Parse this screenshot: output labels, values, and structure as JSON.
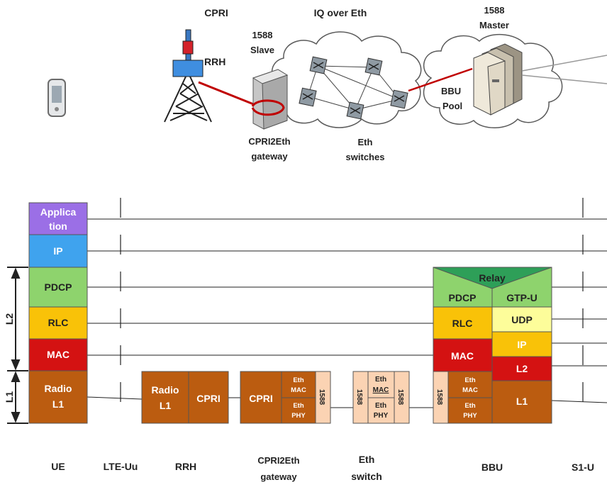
{
  "colors": {
    "application": "#9b6fe6",
    "ip_blue": "#3fa3ee",
    "pdcp_green": "#8ed36d",
    "rlc_yellow": "#f9c208",
    "mac_red": "#d41212",
    "l1_brown": "#bb5c10",
    "relay_green": "#2e9f58",
    "udp_yellow": "#fdfd9a",
    "peach_1588": "#fbd3b3",
    "link_red": "#c00000"
  },
  "top": {
    "cpri": "CPRI",
    "iq_over_eth": "IQ over Eth",
    "rrh": "RRH",
    "slave_1588": "1588",
    "slave_label": "Slave",
    "master_1588": "1588",
    "master_label": "Master",
    "bbu_pool_1": "BBU",
    "bbu_pool_2": "Pool",
    "gateway_1": "CPRI2Eth",
    "gateway_2": "gateway",
    "switches_1": "Eth",
    "switches_2": "switches"
  },
  "stack": {
    "application_1": "Applica",
    "application_2": "tion",
    "ip": "IP",
    "pdcp": "PDCP",
    "rlc": "RLC",
    "mac": "MAC",
    "radio": "Radio",
    "l1": "L1",
    "cpri": "CPRI",
    "eth": "Eth",
    "eth_mac": "MAC",
    "eth_phy": "PHY",
    "eth_mac_lc": "MAC",
    "eth_phy_lc": "PHY",
    "eth_h": "EtH",
    "p1588": "1588",
    "relay": "Relay",
    "gtpu": "GTP-U",
    "udp": "UDP",
    "l2": "L2",
    "bracket_l2": "L2",
    "bracket_l1": "L1"
  },
  "bottom": {
    "ue": "UE",
    "lte_uu": "LTE-Uu",
    "rrh": "RRH",
    "gateway_1": "CPRI2Eth",
    "gateway_2": "gateway",
    "switch_1": "Eth",
    "switch_2": "switch",
    "bbu": "BBU",
    "s1u": "S1-U"
  }
}
